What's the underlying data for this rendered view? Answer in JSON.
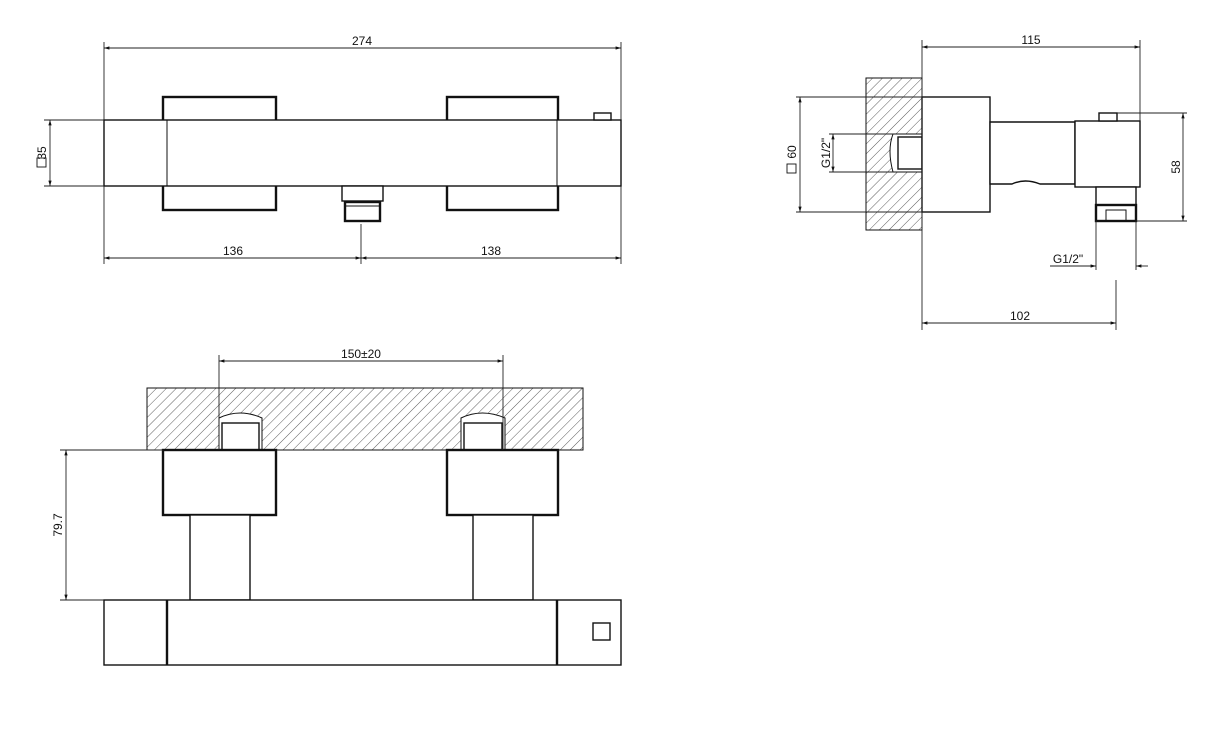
{
  "front_view": {
    "overall_width": "274",
    "height": "35",
    "left_to_outlet": "136",
    "outlet_to_right": "138"
  },
  "side_view": {
    "depth": "115",
    "wall_plate": "60",
    "inlet_thread": "G1/2\"",
    "outlet_height": "58",
    "outlet_thread": "G1/2\"",
    "outlet_distance": "102"
  },
  "plan_view": {
    "inlet_spacing": "150±20",
    "wall_to_bar": "79.7"
  },
  "colors": {
    "line": "#111111",
    "background": "#ffffff"
  }
}
